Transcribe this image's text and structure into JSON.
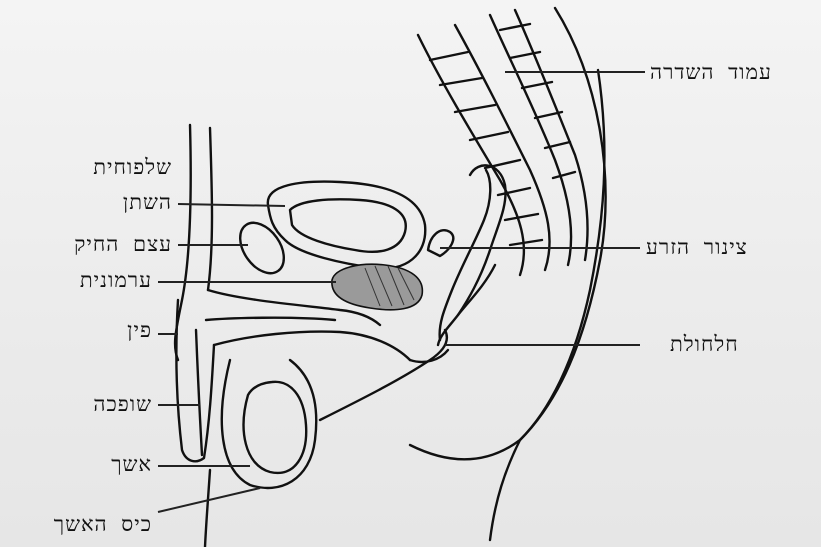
{
  "labels": {
    "bladder_line1": "שלפוחית",
    "bladder_line2": "השתן",
    "pubic_bone": "עצם החיק",
    "prostate": "ערמונית",
    "penis": "פין",
    "urethra": "שופכה",
    "testis": "אשך",
    "scrotum": "כיס האשך",
    "spine": "עמוד השדרה",
    "vas_deferens": "צינור הזרע",
    "anus": "חלחולת"
  }
}
